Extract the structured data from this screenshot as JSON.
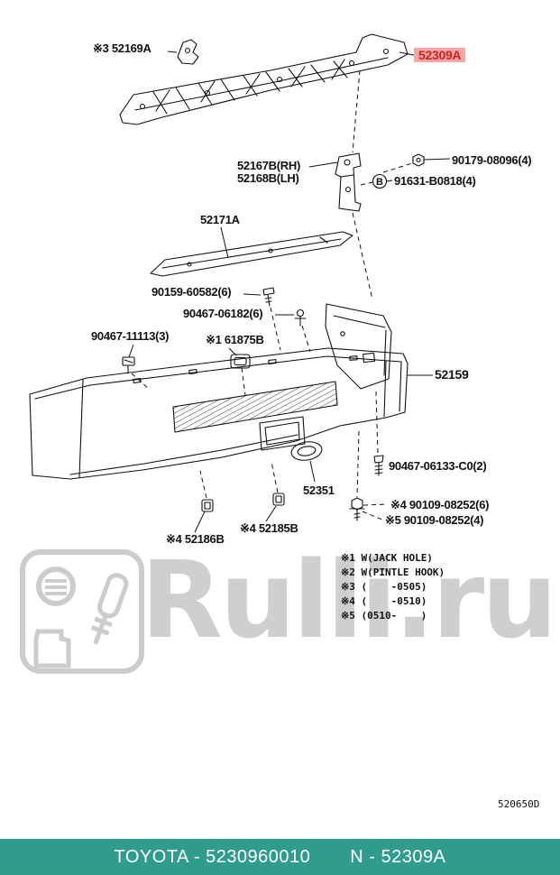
{
  "part_labels": {
    "cover_52169a": "※3 52169A",
    "cover_52309a": "52309A",
    "bracket_rh_52167b": "52167B(RH)",
    "bracket_lh_52168b": "52168B(LH)",
    "nut_90179": "90179-08096(4)",
    "bolt_91631": "91631-B0818(4)",
    "retainer_52171a": "52171A",
    "screw_90159": "90159-60582(6)",
    "clip_90467_06182": "90467-06182(6)",
    "clip_90467_11113": "90467-11113(3)",
    "pad_61875b": "※1 61875B",
    "bumper_52159": "52159",
    "screw_90467_06133": "90467-06133-C0(2)",
    "cover_52351": "52351",
    "bolt_90109_6": "※4 90109-08252(6)",
    "bolt_90109_4": "※5 90109-08252(4)",
    "support_52185b": "※4 52185B",
    "support_52186b": "※4 52186B"
  },
  "marker_b": "B",
  "notes": [
    "※1 W(JACK HOLE)",
    "※2 W(PINTLE HOOK)",
    "※3 (    -0505)",
    "※4 (    -0510)",
    "※5 (0510-    )"
  ],
  "highlighted_part": "52309A",
  "diagram_code": "520650D",
  "watermark": {
    "text": "Rulli.ru"
  },
  "footer": {
    "left": "TOYOTA - 5230960010",
    "right": "N - 52309A"
  },
  "colors": {
    "highlight_bg": "#f9a6a6",
    "highlight_text": "#cc2222",
    "footer_bg": "#2f9c8e",
    "line": "#111111",
    "watermark": "#cacaca"
  }
}
